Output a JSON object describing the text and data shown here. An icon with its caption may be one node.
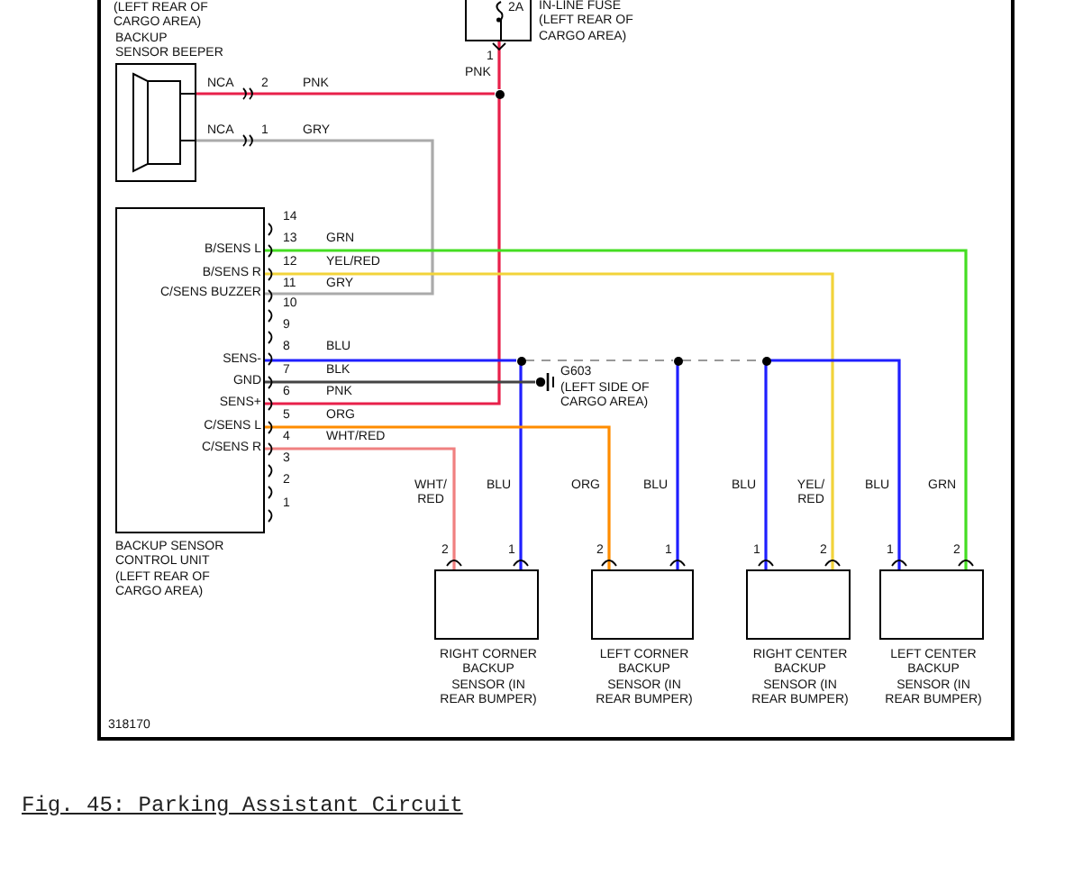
{
  "diagram": {
    "caption": "Fig. 45: Parking Assistant Circuit",
    "nodes": [
      {
        "text": [
          "BACKUP SENSOR BEEPER"
        ]
      },
      {
        "text": [
          "2A"
        ],
        "beside": [
          "IN-LINE FUSE (LEFT REAR OF CARGO AREA)"
        ]
      },
      {
        "text": [
          "BACKUP SENSOR CONTROL UNIT (LEFT REAR OF CARGO AREA)"
        ]
      },
      {
        "text": [],
        "shape": "circle"
      },
      {
        "text": [],
        "shape": "circle"
      },
      {
        "text": [],
        "shape": "circle"
      },
      {
        "text": [],
        "shape": "circle"
      },
      {
        "text": [],
        "shape": "ground",
        "beside": [
          "G603",
          "(LEFT SIDE OF CARGO AREA)"
        ]
      },
      {
        "text": [
          "RIGHT CORNER BACKUP SENSOR (IN REAR BUMPER)"
        ]
      },
      {
        "text": [
          "LEFT CORNER BACKUP SENSOR (IN REAR BUMPER)"
        ]
      },
      {
        "text": [
          "RIGHT CENTER BACKUP SENSOR (IN REAR BUMPER)"
        ]
      },
      {
        "text": [
          "LEFT CENTER BACKUP SENSOR (IN REAR BUMPER)"
        ]
      }
    ],
    "edges": [
      {
        "from": 1,
        "to": 3,
        "arrow": "none",
        "label": "PNK",
        "color": "#e8204a"
      },
      {
        "from": 3,
        "to": 0,
        "arrow": "none",
        "label": "PNK",
        "color": "#e8204a"
      },
      {
        "from": 3,
        "to": 2,
        "arrow": "none",
        "label": "PNK",
        "color": "#e8204a"
      },
      {
        "from": 0,
        "to": 2,
        "arrow": "none",
        "label": "GRY",
        "color": "#aaaaaa"
      },
      {
        "from": 2,
        "to": 11,
        "arrow": "none",
        "label": "GRN",
        "color": "#44dd22"
      },
      {
        "from": 2,
        "to": 10,
        "arrow": "none",
        "label": "YEL/RED",
        "color": "#f2d33a"
      },
      {
        "from": 2,
        "to": 4,
        "arrow": "none",
        "label": "BLU",
        "color": "#1f1fff"
      },
      {
        "from": 4,
        "to": 8,
        "arrow": "none",
        "label": "BLU",
        "color": "#1f1fff"
      },
      {
        "from": 4,
        "to": 5,
        "arrow": "none",
        "style": "dashed",
        "color": "#999999"
      },
      {
        "from": 5,
        "to": 9,
        "arrow": "none",
        "label": "BLU",
        "color": "#1f1fff"
      },
      {
        "from": 5,
        "to": 6,
        "arrow": "none",
        "style": "dashed",
        "color": "#999999"
      },
      {
        "from": 6,
        "to": 10,
        "arrow": "none",
        "label": "BLU",
        "color": "#1f1fff"
      },
      {
        "from": 6,
        "to": 11,
        "arrow": "none",
        "label": "BLU",
        "color": "#1f1fff"
      },
      {
        "from": 2,
        "to": 7,
        "arrow": "none",
        "label": "BLK",
        "color": "#444444"
      },
      {
        "from": 2,
        "to": 9,
        "arrow": "none",
        "label": "ORG",
        "color": "#ff8c00"
      },
      {
        "from": 2,
        "to": 8,
        "arrow": "none",
        "label": "WHT/RED",
        "color": "#f08080"
      }
    ],
    "labels": [
      "(LEFT REAR OF CARGO AREA)",
      "NCA",
      "2",
      "NCA",
      "1",
      "1",
      "14",
      "B/SENS L",
      "13",
      "B/SENS R",
      "12",
      "C/SENS BUZZER",
      "11",
      "GRY",
      "10",
      "9",
      "SENS-",
      "8",
      "GND",
      "7",
      "SENS+",
      "6",
      "C/SENS L",
      "5",
      "C/SENS R",
      "4",
      "3",
      "2",
      "1",
      "WHT/ RED",
      "ORG",
      "YEL/ RED",
      "GRN",
      "2",
      "1",
      "2",
      "1",
      "1",
      "2",
      "1",
      "2",
      "318170"
    ]
  }
}
